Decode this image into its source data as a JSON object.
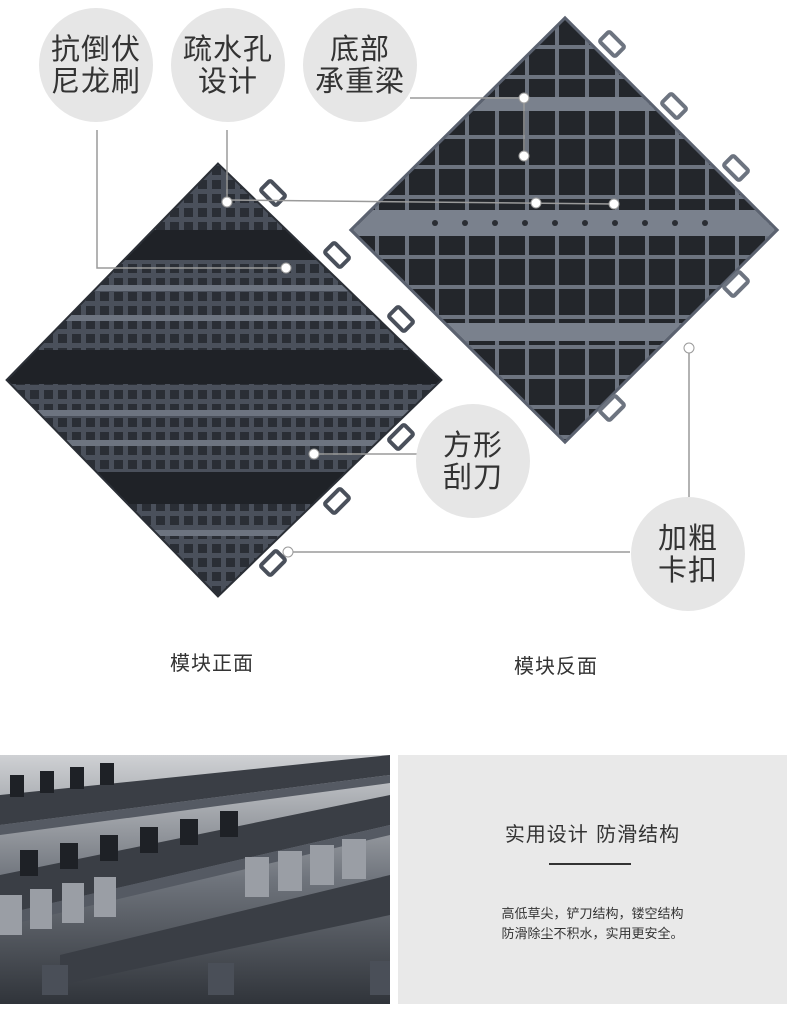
{
  "callouts": [
    {
      "line1": "抗倒伏",
      "line2": "尼龙刷"
    },
    {
      "line1": "疏水孔",
      "line2": "设计"
    },
    {
      "line1": "底部",
      "line2": "承重梁"
    },
    {
      "line1": "方形",
      "line2": "刮刀"
    },
    {
      "line1": "加粗",
      "line2": "卡扣"
    }
  ],
  "captions": {
    "front": "模块正面",
    "back": "模块反面"
  },
  "info_panel": {
    "title": "实用设计 防滑结构",
    "line1": "高低草尖，铲刀结构，镂空结构",
    "line2": "防滑除尘不积水，实用更安全。"
  },
  "colors": {
    "tile_dark": "#2f333b",
    "tile_mid": "#4a505b",
    "tile_light": "#6d7480",
    "bubble_bg": "#e6e6e6",
    "leader_line": "#9a9a9a"
  }
}
